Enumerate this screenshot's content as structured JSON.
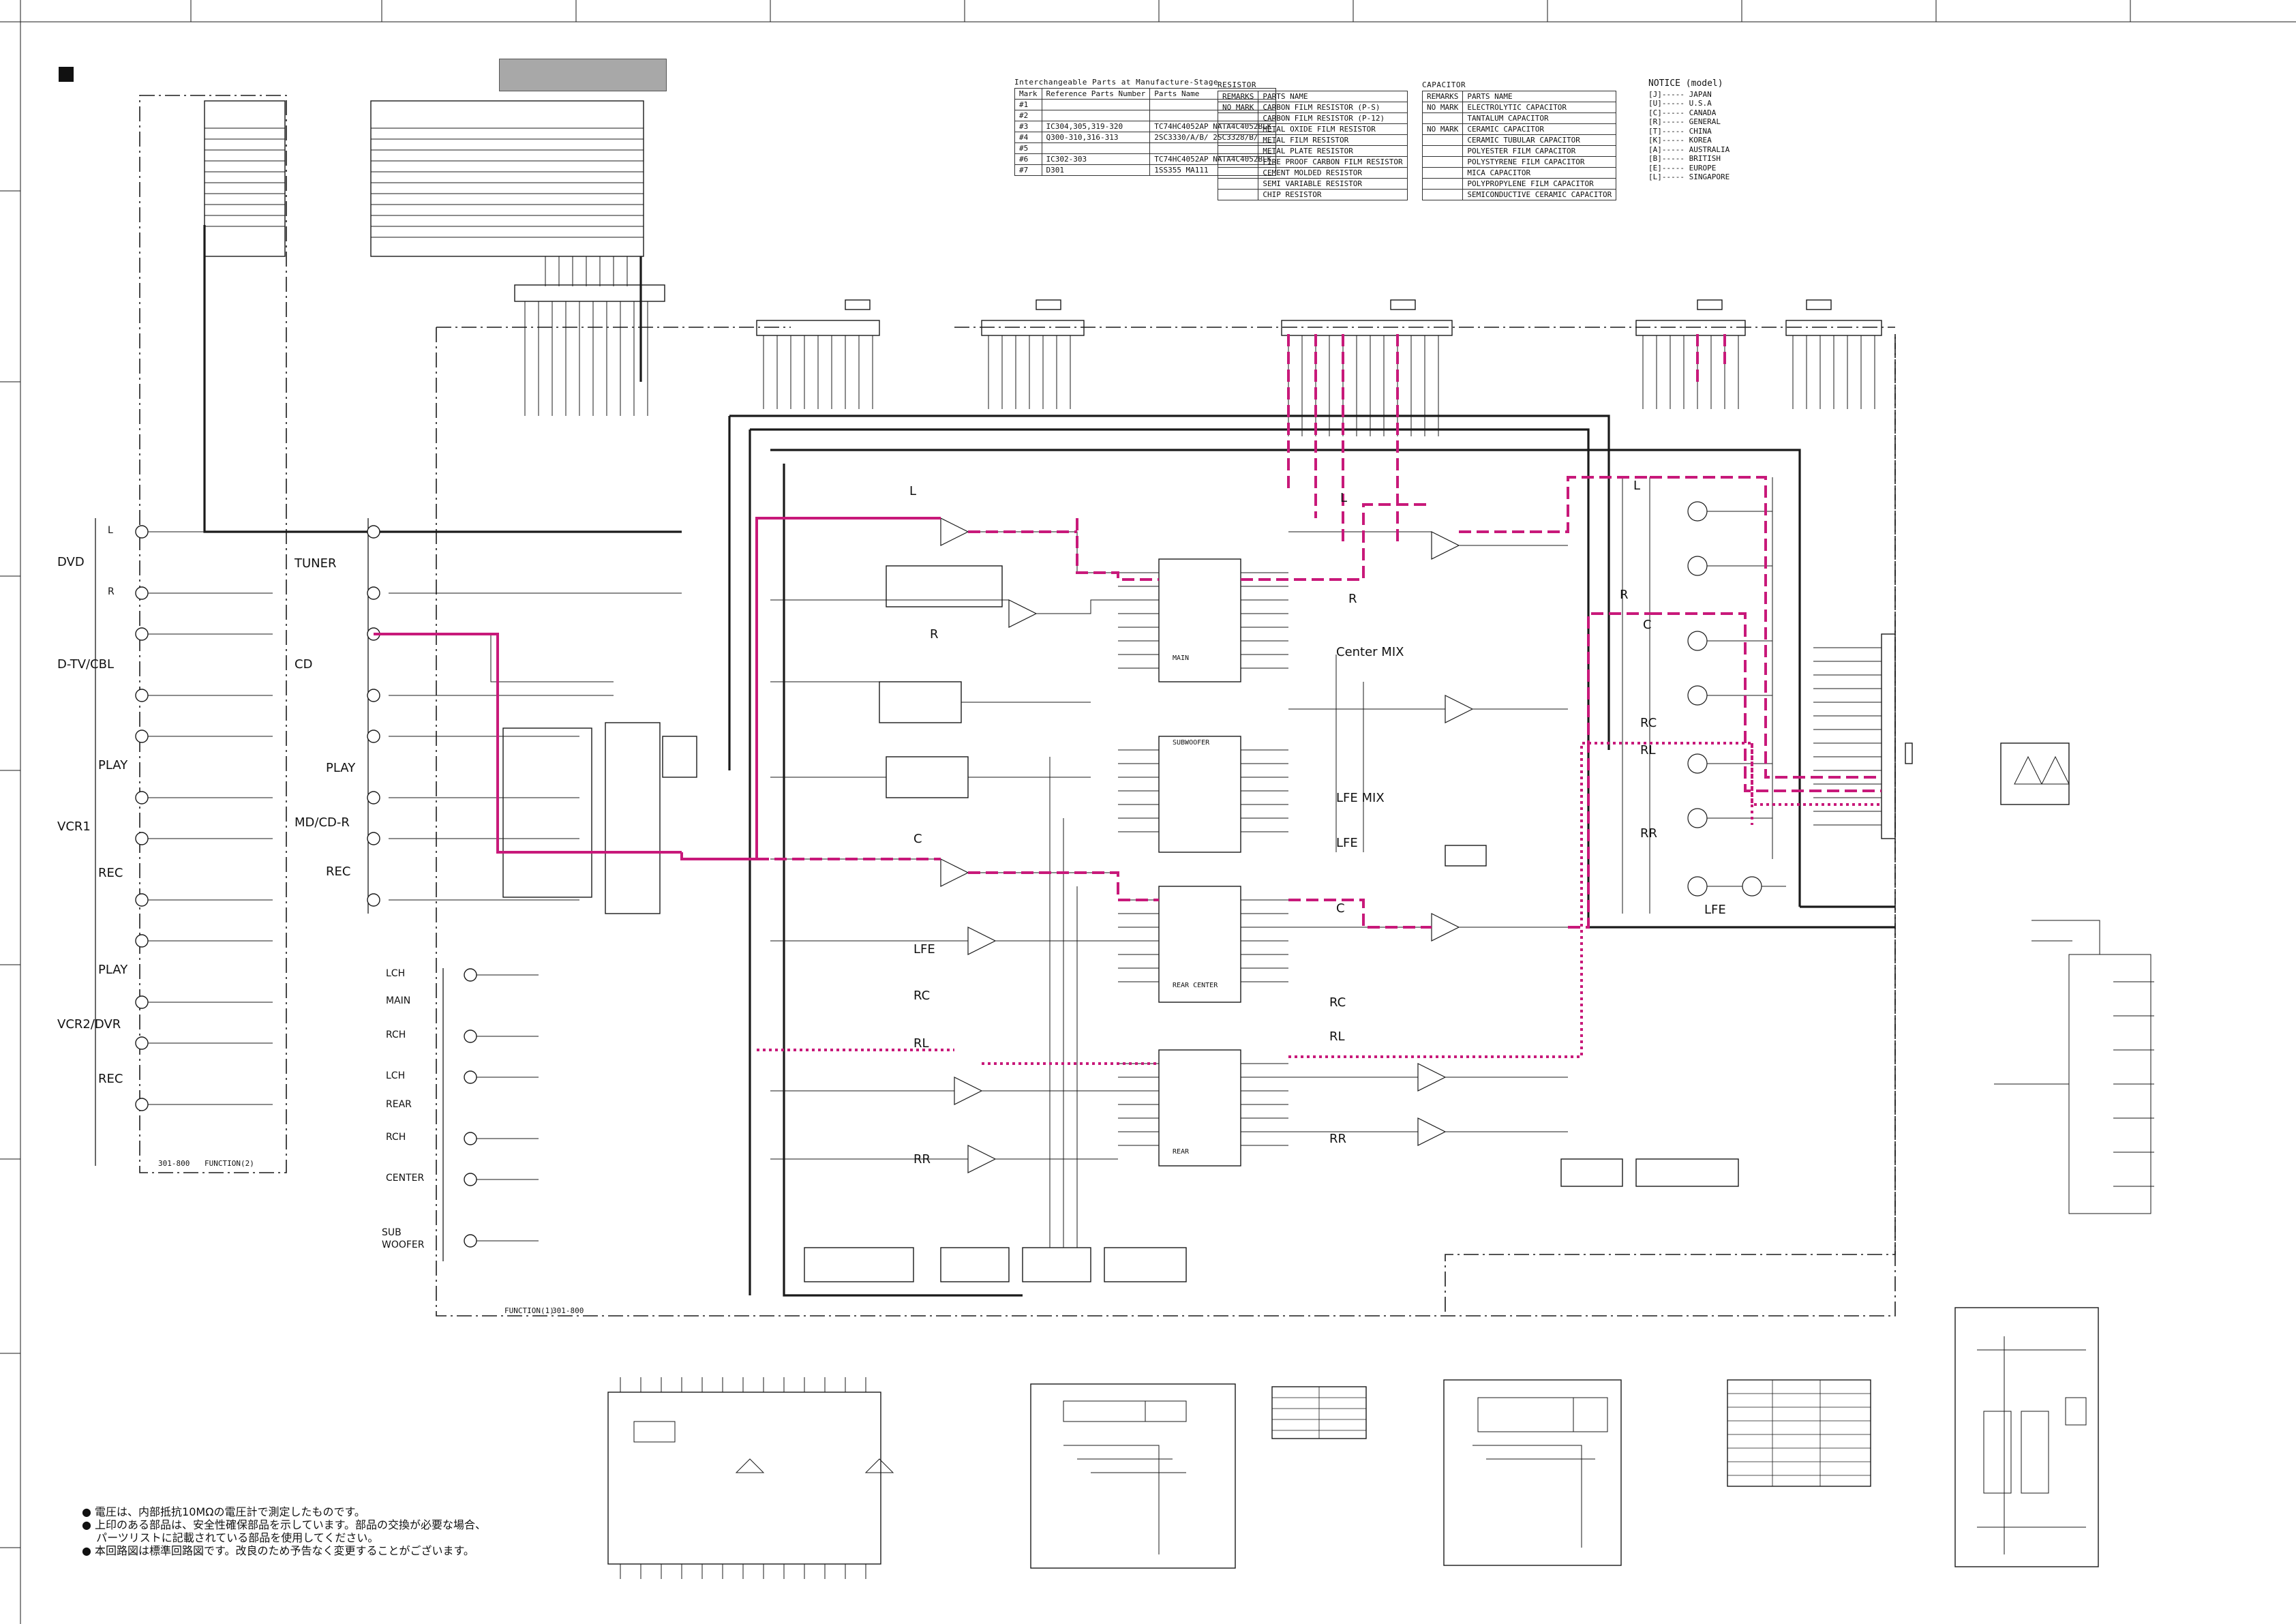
{
  "interchangeable_table": {
    "title": "Interchangeable Parts at Manufacture-Stage",
    "headers": [
      "Mark",
      "Reference Parts Number",
      "Parts Name"
    ],
    "rows": [
      [
        "#1",
        "",
        ""
      ],
      [
        "#2",
        "",
        ""
      ],
      [
        "#3",
        "IC304,305,319-320",
        "TC74HC4052AP NATA4C4052BLK"
      ],
      [
        "#4",
        "Q300-310,316-313",
        "2SC3330/A/B/ 2SC3328/B/"
      ],
      [
        "#5",
        "",
        ""
      ],
      [
        "#6",
        "IC302-303",
        "TC74HC4052AP NATA4C4052BLK"
      ],
      [
        "#7",
        "D301",
        "1SS355 MA111"
      ]
    ]
  },
  "resistor_table": {
    "title": "RESISTOR",
    "headers": [
      "REMARKS",
      "PARTS  NAME"
    ],
    "rows": [
      [
        "NO MARK",
        "CARBON FILM RESISTOR  (P-S)"
      ],
      [
        "",
        "CARBON FILM RESISTOR  (P-12)"
      ],
      [
        "",
        "METAL OXIDE FILM RESISTOR"
      ],
      [
        "",
        "METAL FILM RESISTOR"
      ],
      [
        "",
        "METAL PLATE RESISTOR"
      ],
      [
        "",
        "FIRE PROOF CARBON FILM RESISTOR"
      ],
      [
        "",
        "CEMENT MOLDED RESISTOR"
      ],
      [
        "",
        "SEMI VARIABLE RESISTOR"
      ],
      [
        "",
        "CHIP RESISTOR"
      ]
    ]
  },
  "capacitor_table": {
    "title": "CAPACITOR",
    "headers": [
      "REMARKS",
      "PARTS  NAME"
    ],
    "rows": [
      [
        "NO MARK",
        "ELECTROLYTIC  CAPACITOR"
      ],
      [
        "",
        "TANTALUM  CAPACITOR"
      ],
      [
        "NO MARK",
        "CERAMIC  CAPACITOR"
      ],
      [
        "",
        "CERAMIC  TUBULAR  CAPACITOR"
      ],
      [
        "",
        "POLYESTER FILM  CAPACITOR"
      ],
      [
        "",
        "POLYSTYRENE  FILM  CAPACITOR"
      ],
      [
        "",
        "MICA  CAPACITOR"
      ],
      [
        "",
        "POLYPROPYLENE  FILM  CAPACITOR"
      ],
      [
        "",
        "SEMICONDUCTIVE  CERAMIC  CAPACITOR"
      ]
    ]
  },
  "notice": {
    "title": "NOTICE (model)",
    "items": [
      "[J]----- JAPAN",
      "[U]----- U.S.A",
      "[C]----- CANADA",
      "[R]----- GENERAL",
      "[T]----- CHINA",
      "[K]----- KOREA",
      "[A]----- AUSTRALIA",
      "[B]----- BRITISH",
      "[E]----- EUROPE",
      "[L]----- SINGAPORE"
    ]
  },
  "notes": [
    "● 電圧は、内部抵抗10MΩの電圧計で測定したものです。",
    "● 上印のある部品は、安全性確保部品を示しています。部品の交換が必要な場合、",
    "　 パーツリストに記載されている部品を使用してください。",
    "● 本回路図は標準回路図です。改良のため予告なく変更することがございます。"
  ],
  "left_inputs": {
    "dvd": "DVD",
    "dtv": "D-TV/CBL",
    "vcr1": "VCR1",
    "vcr2": "VCR2/DVR",
    "play": "PLAY",
    "rec": "REC",
    "l": "L",
    "r": "R"
  },
  "mid_inputs": {
    "tuner": "TUNER",
    "cd": "CD",
    "md": "MD/CD-R",
    "play": "PLAY",
    "rec": "REC",
    "lch": "LCH",
    "rch": "RCH",
    "main": "MAIN",
    "rear": "REAR",
    "center": "CENTER",
    "sub": "SUB",
    "woofer": "WOOFER"
  },
  "channels": {
    "L": "L",
    "R": "R",
    "C": "C",
    "LFE": "LFE",
    "RC": "RC",
    "RL": "RL",
    "RR": "RR",
    "center_mix": "Center MIX",
    "lfe_mix": "LFE MIX"
  },
  "ic_labels": {
    "main": "MAIN",
    "sub": "SUBWOOFER",
    "rear_center": "REAR CENTER",
    "rear": "REAR"
  },
  "board": {
    "function1": "FUNCTION(1)",
    "function2": "FUNCTION(2)",
    "code": "301-800"
  },
  "colors": {
    "ink": "#1a1a1a",
    "signal": "#c8197a",
    "grey": "#a8a8a8"
  }
}
